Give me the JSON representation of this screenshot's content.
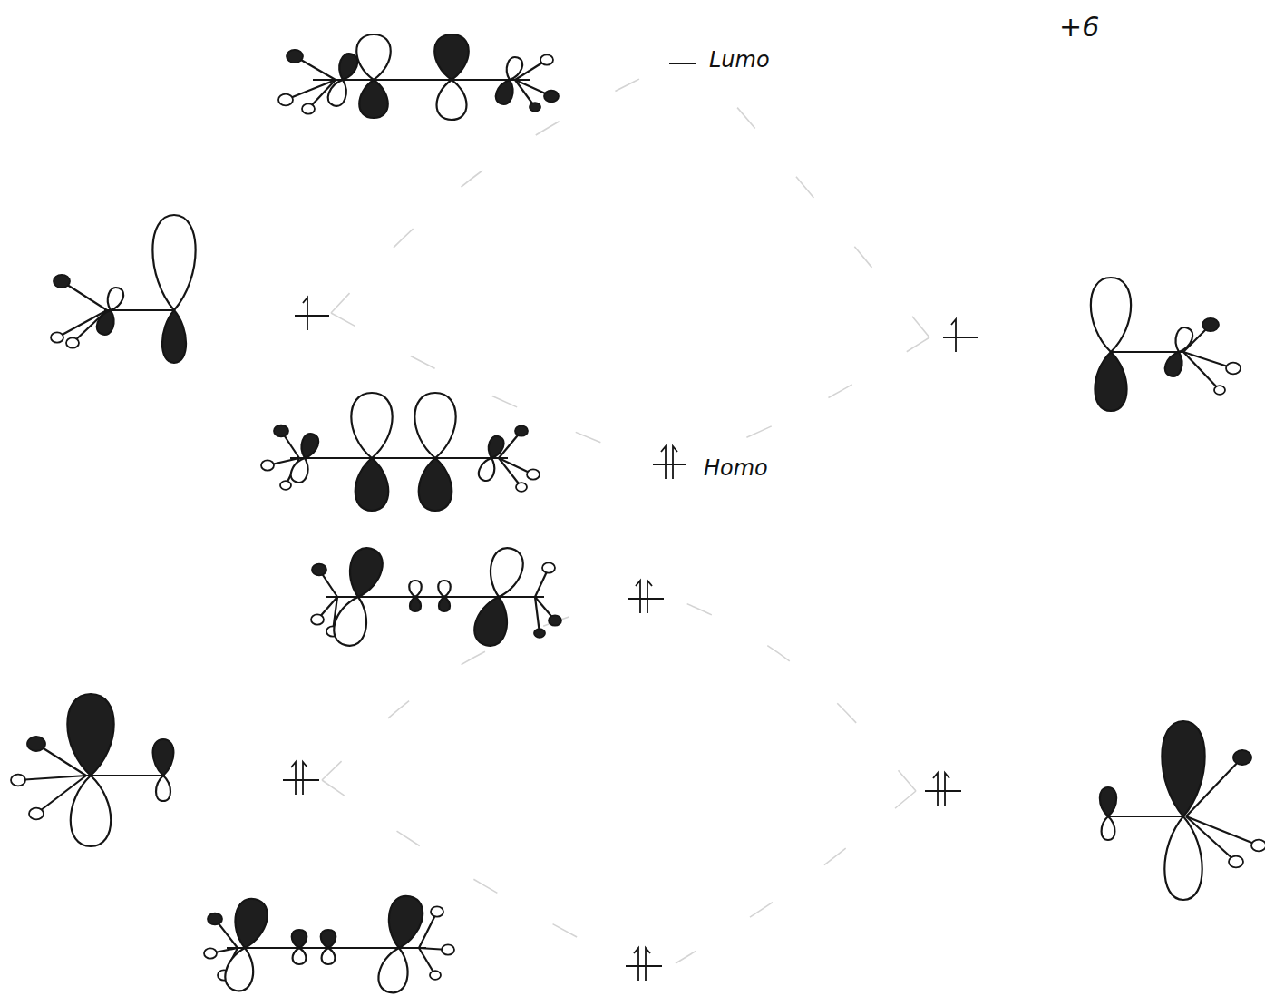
{
  "diagram": {
    "labels": [
      "+6",
      "Lumo",
      "Homo"
    ]
  }
}
